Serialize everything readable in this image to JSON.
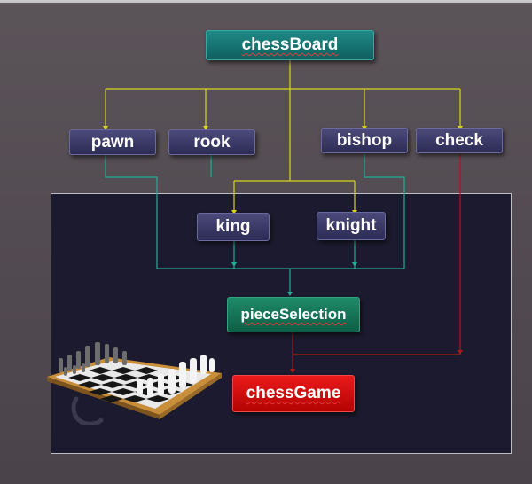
{
  "diagram": {
    "nodes": {
      "chessBoard": "chessBoard",
      "pawn": "pawn",
      "rook": "rook",
      "bishop": "bishop",
      "check": "check",
      "king": "king",
      "knight": "knight",
      "pieceSelection": "pieceSelection",
      "chessGame": "chessGame"
    },
    "colors": {
      "yellow_connector": "#d8d61e",
      "teal_connector": "#1fae96",
      "red_connector": "#b01818",
      "panel_background": "#1c1a2e",
      "slide_background": "#5b5459"
    },
    "icons": [
      "chessboard-3d-image",
      "pawn-watermark-icon"
    ]
  }
}
